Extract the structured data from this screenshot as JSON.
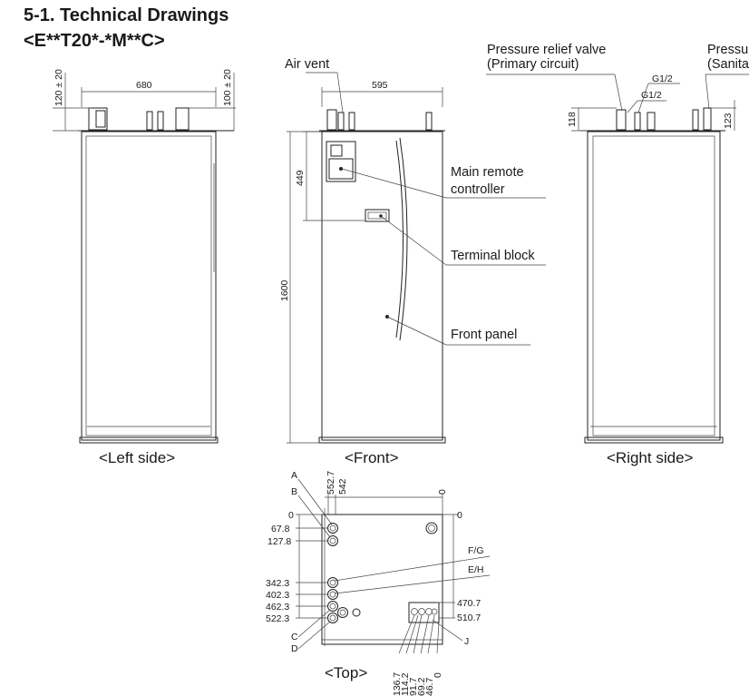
{
  "header": {
    "title": "5-1. Technical Drawings",
    "model": "<E**T20*-*M**C>"
  },
  "views": {
    "left": "<Left side>",
    "front": "<Front>",
    "right": "<Right side>",
    "top": "<Top>"
  },
  "callouts": {
    "air_vent": "Air vent",
    "prv_primary_1": "Pressure relief valve",
    "prv_primary_2": "(Primary circuit)",
    "prv_sanitary_1": "Pressu",
    "prv_sanitary_2": "(Sanita",
    "remote_1": "Main remote",
    "remote_2": "controller",
    "terminal": "Terminal block",
    "front_panel": "Front panel"
  },
  "dimensions": {
    "left_width": "680",
    "left_top_a": "120 ± 20",
    "left_top_b": "100 ± 20",
    "front_width": "595",
    "front_remote_h": "449",
    "front_height": "1600",
    "right_top_a": "118",
    "right_top_b": "123",
    "g1": "G1/2",
    "g2": "G1/2",
    "top_x1": "552.7",
    "top_x2": "542",
    "top_x0": "0",
    "top_y0": "0",
    "top_y0_right": "0",
    "top_y": [
      "67.8",
      "127.8",
      "342.3",
      "402.3",
      "462.3",
      "522.3"
    ],
    "top_y_right": [
      "470.7",
      "510.7"
    ],
    "top_bottom": [
      "136.7",
      "114.2",
      "91.7",
      "69.2",
      "46.7",
      "0"
    ]
  },
  "connection_labels": {
    "a": "A",
    "b": "B",
    "c": "C",
    "d": "D",
    "fg": "F/G",
    "eh": "E/H",
    "j": "J"
  }
}
